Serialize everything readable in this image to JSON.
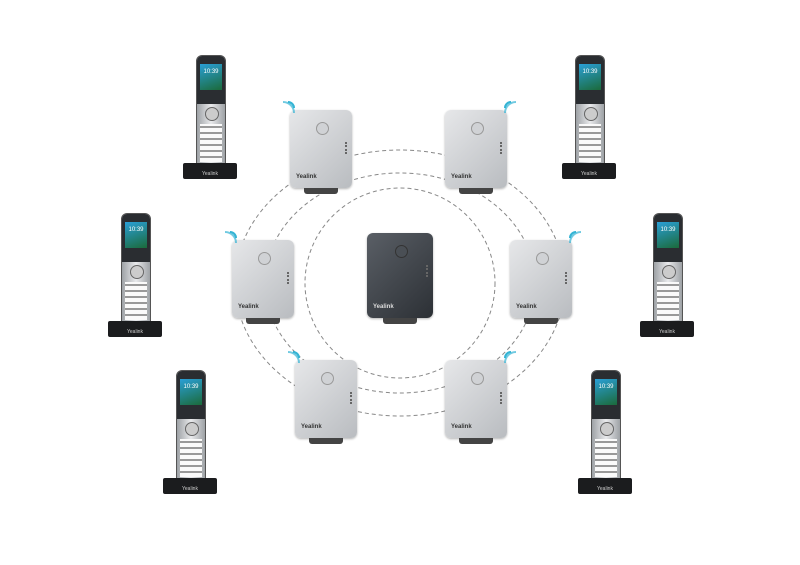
{
  "brand": "Yealink",
  "handset_time": "10:39",
  "colors": {
    "base_station": "#2c3035",
    "repeater": "#c4c7cb",
    "signal": "#34b4d4",
    "link": "#777777"
  },
  "nodes": {
    "base_station": {
      "type": "base-station",
      "count": 1
    },
    "repeaters": {
      "type": "repeater",
      "count": 6
    },
    "handsets": {
      "type": "handset",
      "count": 6
    }
  }
}
